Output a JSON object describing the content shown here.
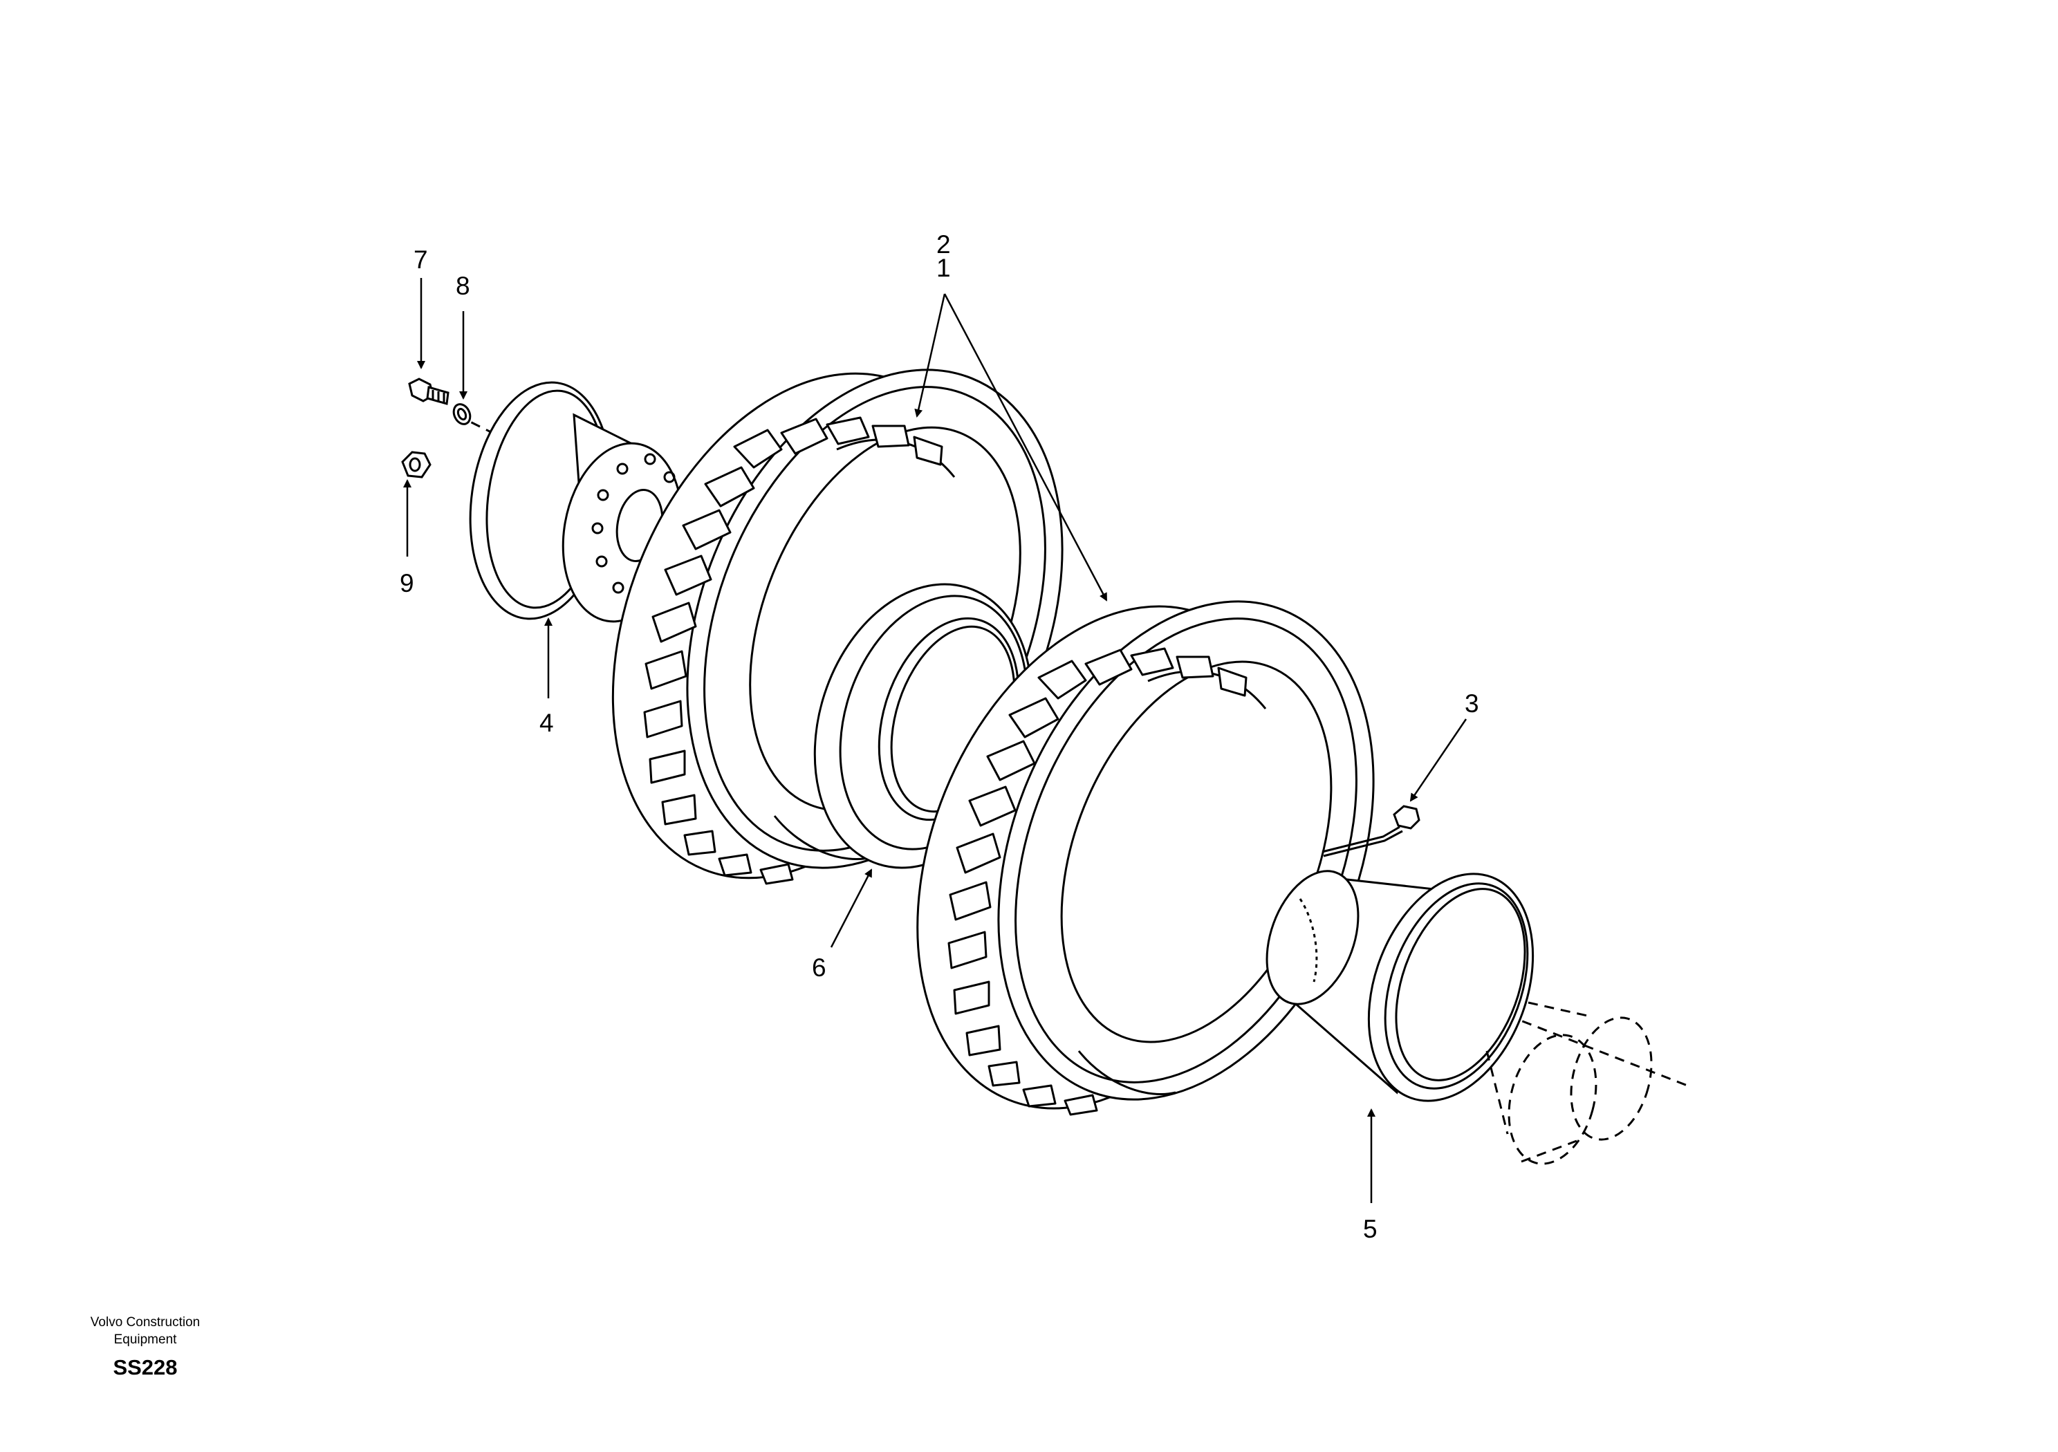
{
  "callouts": {
    "c1": "1",
    "c2": "2",
    "c3": "3",
    "c4": "4",
    "c5": "5",
    "c6": "6",
    "c7": "7",
    "c8": "8",
    "c9": "9"
  },
  "footer": {
    "brand_line1": "Volvo Construction",
    "brand_line2": "Equipment",
    "code": "SS228"
  }
}
